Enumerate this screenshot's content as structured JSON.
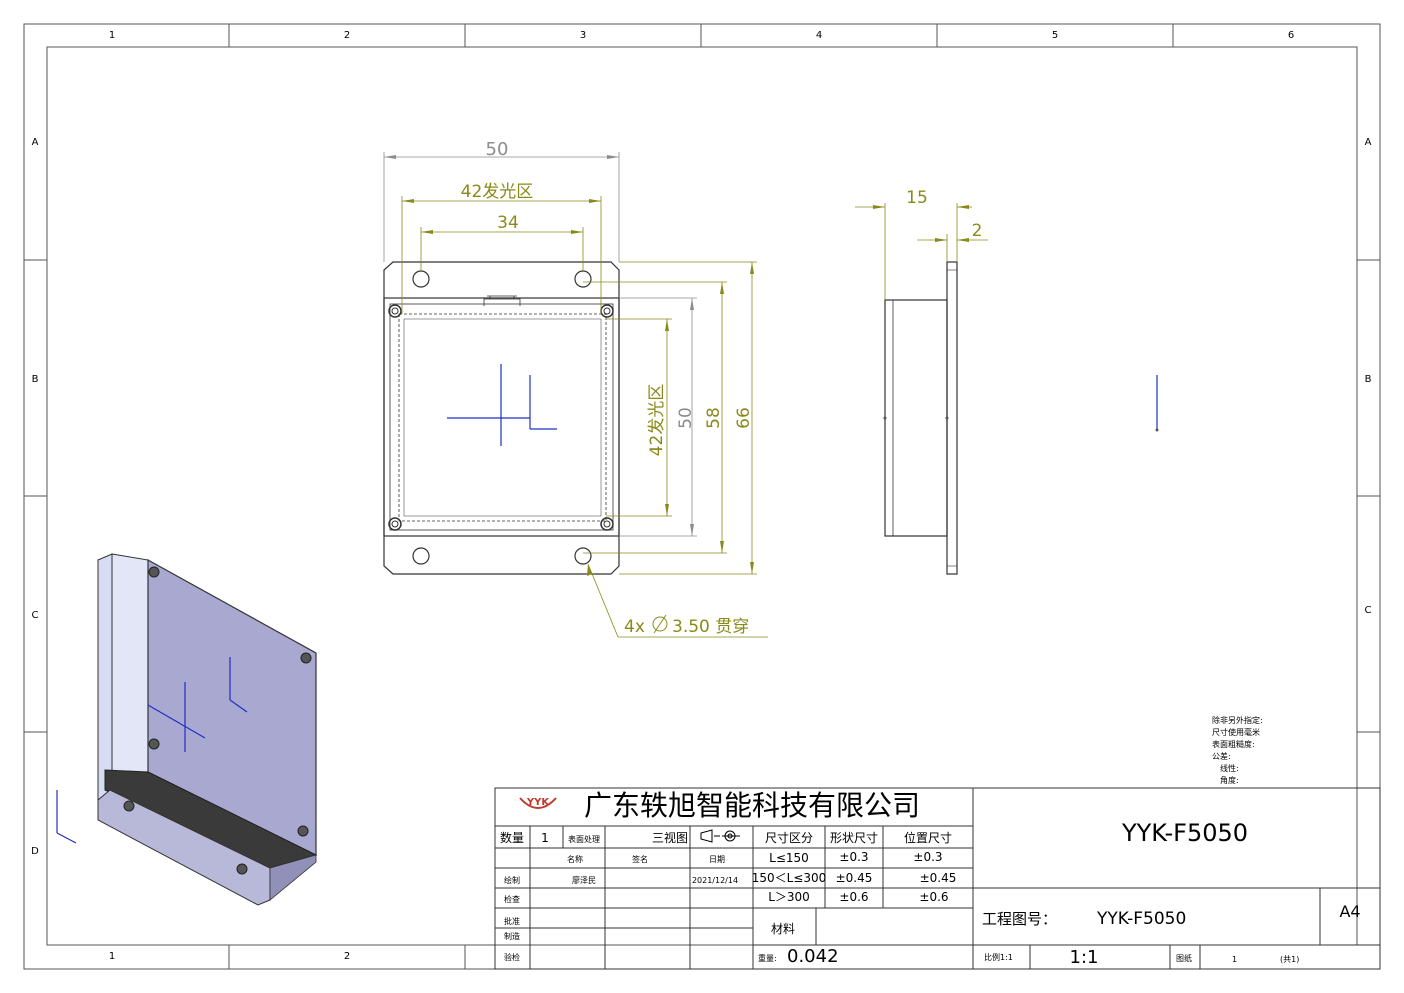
{
  "zone_columns": [
    "1",
    "2",
    "3",
    "4",
    "5",
    "6"
  ],
  "zone_rows": [
    "A",
    "B",
    "C",
    "D"
  ],
  "front_view": {
    "dim_overall_width": "50",
    "dim_emit_width": "42发光区",
    "dim_hole_spacing": "34",
    "dim_emit_height": "42发光区",
    "dim_inner_height": "50",
    "dim_hole_vertical": "58",
    "dim_overall_height": "66",
    "hole_callout": "4x",
    "hole_callout_value": "3.50 贯穿"
  },
  "side_view": {
    "dim_depth": "15",
    "dim_flange": "2"
  },
  "notes": {
    "lines": [
      "除非另外指定:",
      "尺寸使用毫米",
      "表面粗糙度:",
      "公差:",
      "线性:",
      "角度:"
    ]
  },
  "title_block": {
    "logo_text": "YYK",
    "company": "广东轶旭智能科技有限公司",
    "drawing_title": "YYK-F5050",
    "qty_label": "数量",
    "qty_value": "1",
    "surface_label": "表面处理",
    "views_label": "三视图",
    "name_label": "名称",
    "sign_label": "签名",
    "date_label": "日期",
    "draw_label": "绘制",
    "drawer_name": "廖泽民",
    "draw_date": "2021/12/14",
    "check_label": "检查",
    "approve_label": "批准",
    "make_label": "制造",
    "inspect_label": "验检",
    "tol_header_range": "尺寸区分",
    "tol_header_form": "形状尺寸",
    "tol_header_pos": "位置尺寸",
    "tol_rows": [
      {
        "range": "L≤150",
        "form": "±0.3",
        "pos": "±0.3"
      },
      {
        "range": "150＜L≤300",
        "form": "±0.45",
        "pos": "±0.45"
      },
      {
        "range": "L＞300",
        "form": "±0.6",
        "pos": "±0.6"
      }
    ],
    "material_label": "材料",
    "weight_label": "重量:",
    "weight_value": "0.042",
    "project_label": "工程图号：",
    "project_value": "YYK-F5050",
    "size_value": "A4",
    "scale_label": "比例1:1",
    "scale_value": "1:1",
    "sheet_label": "图纸",
    "sheet_value": "1",
    "sheet_total": "(共1)"
  },
  "colors": {
    "dimension": "#8a8a1a",
    "dimension_gray": "#8c8c8c",
    "axis": "#1f2fc4",
    "part_face": "#a8a8d0",
    "part_side": "#d8dcf2",
    "part_dark": "#3a3a3a",
    "logo": "#c0392b"
  }
}
